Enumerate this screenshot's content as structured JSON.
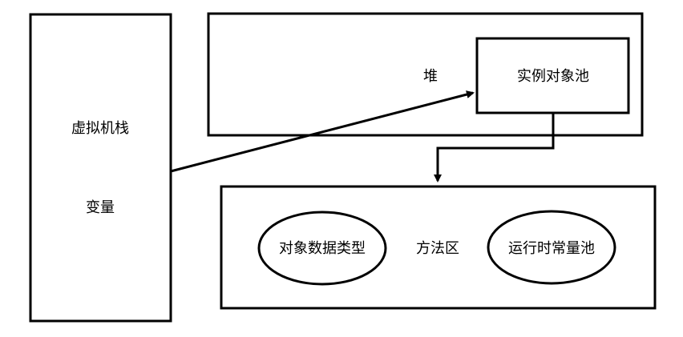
{
  "stack": {
    "title": "虚拟机栈",
    "variable": "变量"
  },
  "heap": {
    "title": "堆",
    "instance_pool": "实例对象池"
  },
  "method_area": {
    "title": "方法区",
    "object_types": "对象数据类型",
    "constant_pool": "运行时常量池"
  }
}
